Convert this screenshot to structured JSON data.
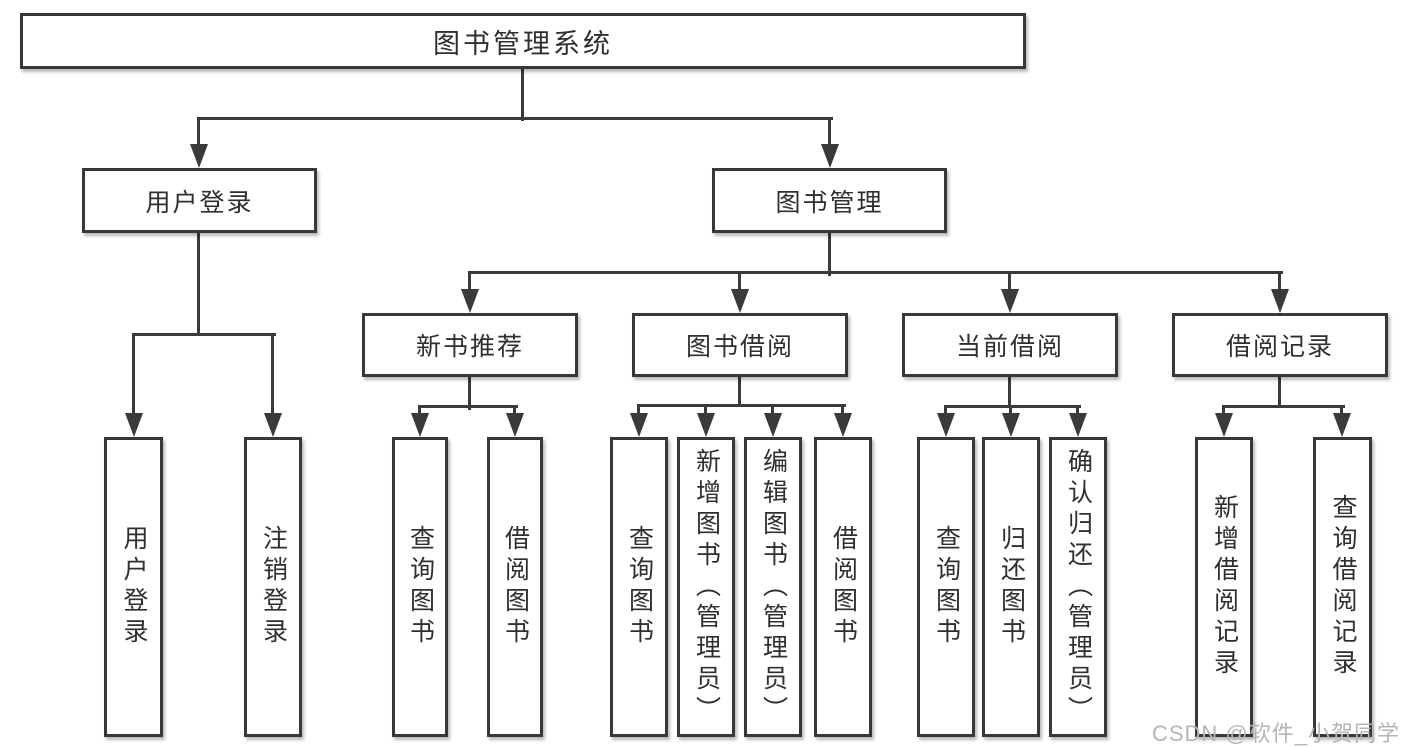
{
  "diagram": {
    "type": "hierarchy-tree",
    "root": {
      "label": "图书管理系统",
      "children": [
        {
          "label": "用户登录",
          "children": [
            {
              "label": "用户登录"
            },
            {
              "label": "注销登录"
            }
          ]
        },
        {
          "label": "图书管理",
          "children": [
            {
              "label": "新书推荐",
              "children": [
                {
                  "label": "查询图书"
                },
                {
                  "label": "借阅图书"
                }
              ]
            },
            {
              "label": "图书借阅",
              "children": [
                {
                  "label": "查询图书"
                },
                {
                  "label": "新增图书（管理员）"
                },
                {
                  "label": "编辑图书（管理员）"
                },
                {
                  "label": "借阅图书"
                }
              ]
            },
            {
              "label": "当前借阅",
              "children": [
                {
                  "label": "查询图书"
                },
                {
                  "label": "归还图书"
                },
                {
                  "label": "确认归还（管理员）"
                }
              ]
            },
            {
              "label": "借阅记录",
              "children": [
                {
                  "label": "新增借阅记录"
                },
                {
                  "label": "查询借阅记录"
                }
              ]
            }
          ]
        }
      ]
    }
  },
  "colors": {
    "line": "#3a3a3a",
    "box_border": "#383838",
    "text": "#2f2f2f",
    "background": "#ffffff",
    "watermark": "#b5b5b5"
  },
  "watermark": {
    "text": "CSDN @软件_小贺同学"
  }
}
